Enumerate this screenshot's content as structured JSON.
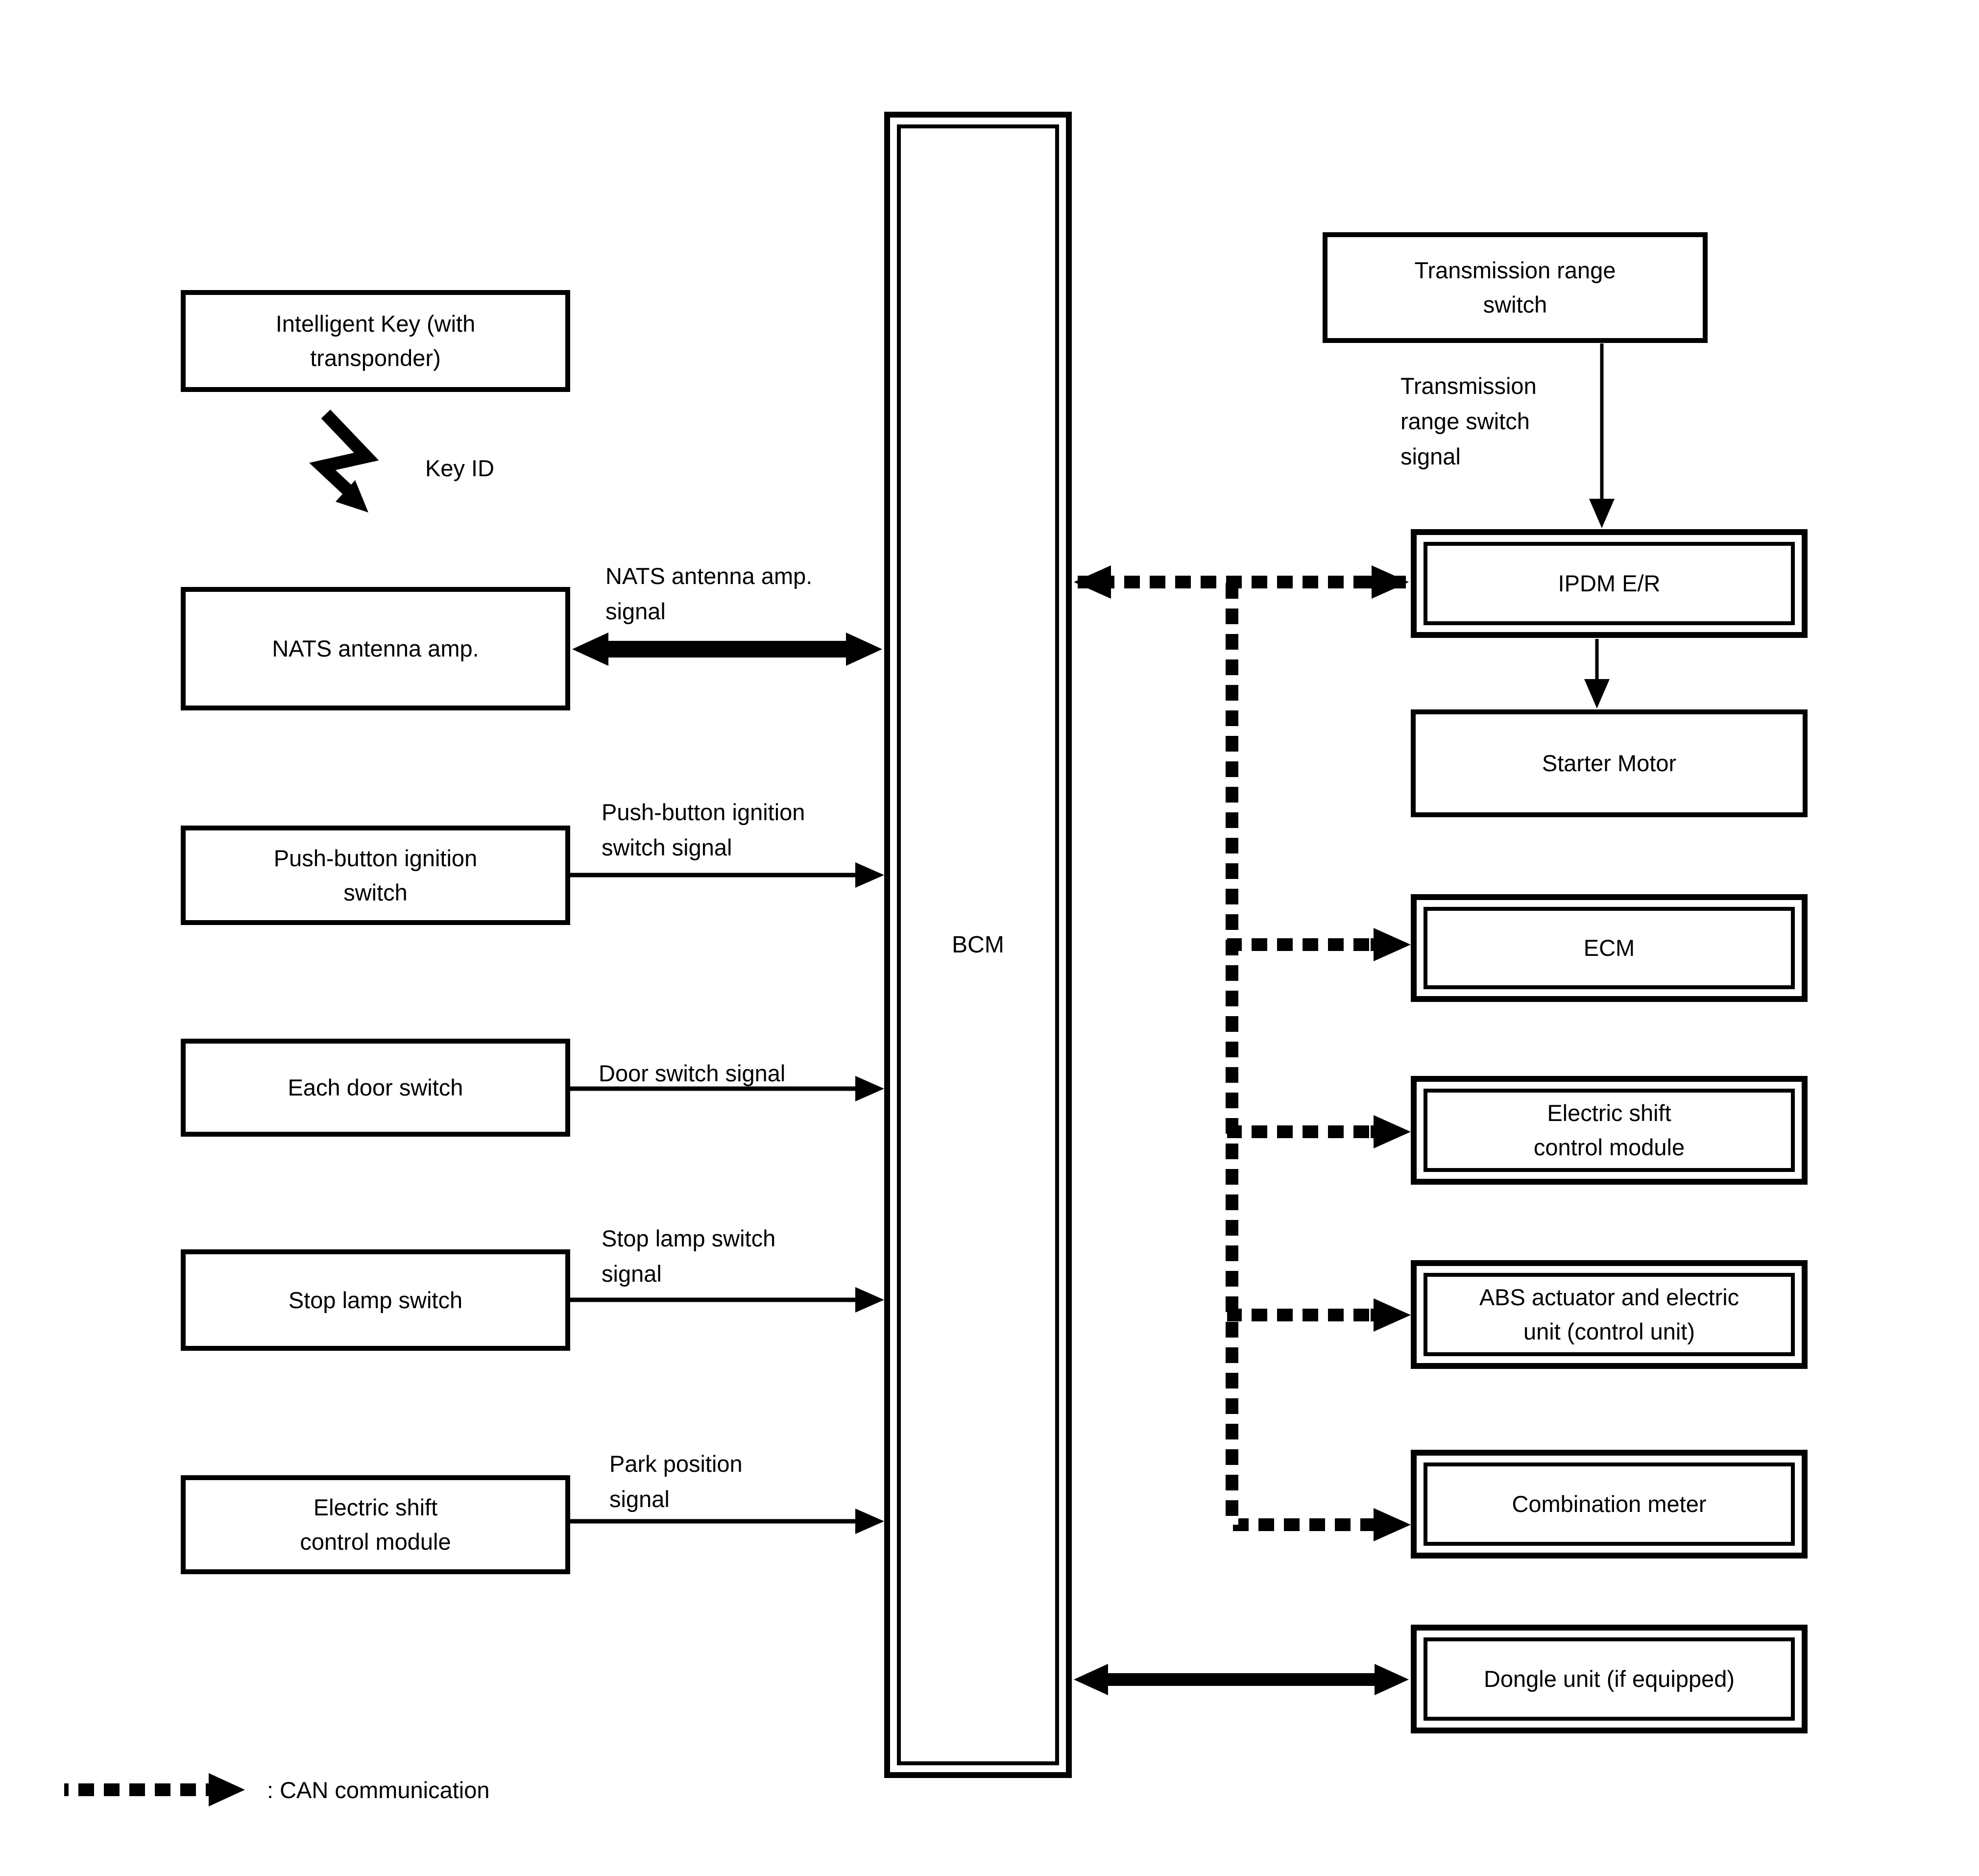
{
  "boxes": {
    "intelligent_key": "Intelligent Key (with\ntransponder)",
    "nats_antenna_amp": "NATS antenna amp.",
    "push_button_ignition_switch": "Push-button ignition\nswitch",
    "each_door_switch": "Each door switch",
    "stop_lamp_switch": "Stop lamp switch",
    "electric_shift_control_module_left": "Electric shift\ncontrol module",
    "bcm": "BCM",
    "transmission_range_switch": "Transmission range\nswitch",
    "ipdm_er": "IPDM E/R",
    "starter_motor": "Starter Motor",
    "ecm": "ECM",
    "electric_shift_control_module_right": "Electric shift\ncontrol module",
    "abs_actuator": "ABS actuator and electric\nunit (control unit)",
    "combination_meter": "Combination meter",
    "dongle_unit": "Dongle unit (if equipped)"
  },
  "signal_labels": {
    "key_id": "Key ID",
    "nats": "NATS antenna amp.\nsignal",
    "push_button": "Push-button ignition\nswitch signal",
    "door": "Door switch signal",
    "stop_lamp": "Stop lamp switch\nsignal",
    "park_position": "Park position\nsignal",
    "transmission_range": "Transmission\nrange switch\nsignal"
  },
  "legend": {
    "can_communication": ": CAN communication"
  },
  "colors": {
    "line": "#000000",
    "background": "#ffffff"
  }
}
